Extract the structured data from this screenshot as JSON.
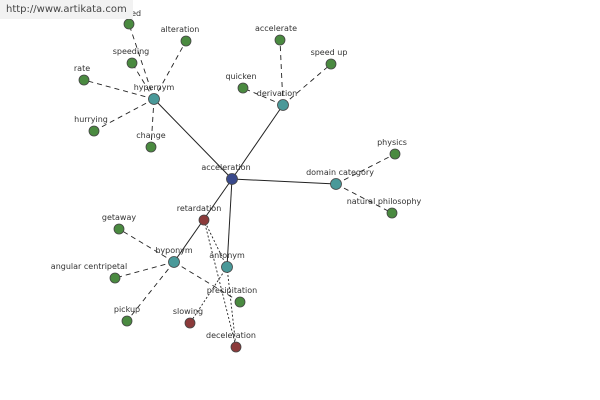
{
  "watermark": "http://www.artikata.com",
  "colors": {
    "center": "#3a4a8c",
    "relation": "#4a9999",
    "leaf": "#4a8a40",
    "antonym_leaf": "#8b3a3a",
    "edge": "#222222"
  },
  "nodes": [
    {
      "id": "acceleration",
      "label": "acceleration",
      "kind": "center"
    },
    {
      "id": "hypernym",
      "label": "hypernym",
      "kind": "relation"
    },
    {
      "id": "derivation",
      "label": "derivation",
      "kind": "relation"
    },
    {
      "id": "domain-category",
      "label": "domain category",
      "kind": "relation"
    },
    {
      "id": "hyponym",
      "label": "hyponym",
      "kind": "relation"
    },
    {
      "id": "antonym",
      "label": "antonym",
      "kind": "relation"
    },
    {
      "id": "speed",
      "label": "speed",
      "kind": "leaf"
    },
    {
      "id": "alteration",
      "label": "alteration",
      "kind": "leaf"
    },
    {
      "id": "speeding",
      "label": "speeding",
      "kind": "leaf"
    },
    {
      "id": "rate",
      "label": "rate",
      "kind": "leaf"
    },
    {
      "id": "hurrying",
      "label": "hurrying",
      "kind": "leaf"
    },
    {
      "id": "change",
      "label": "change",
      "kind": "leaf"
    },
    {
      "id": "accelerate",
      "label": "accelerate",
      "kind": "leaf"
    },
    {
      "id": "quicken",
      "label": "quicken",
      "kind": "leaf"
    },
    {
      "id": "speed-up",
      "label": "speed up",
      "kind": "leaf"
    },
    {
      "id": "physics",
      "label": "physics",
      "kind": "leaf"
    },
    {
      "id": "natural-philosophy",
      "label": "natural philosophy",
      "kind": "leaf"
    },
    {
      "id": "getaway",
      "label": "getaway",
      "kind": "leaf"
    },
    {
      "id": "angular-centripetal",
      "label": "angular centripetal",
      "kind": "leaf"
    },
    {
      "id": "pickup",
      "label": "pickup",
      "kind": "leaf"
    },
    {
      "id": "precipitation",
      "label": "precipitation",
      "kind": "leaf"
    },
    {
      "id": "retardation",
      "label": "retardation",
      "kind": "antonym_leaf"
    },
    {
      "id": "slowing",
      "label": "slowing",
      "kind": "antonym_leaf"
    },
    {
      "id": "deceleration",
      "label": "deceleration",
      "kind": "antonym_leaf"
    }
  ],
  "edges": [
    {
      "from": "acceleration",
      "to": "hypernym",
      "style": "solid"
    },
    {
      "from": "acceleration",
      "to": "derivation",
      "style": "solid"
    },
    {
      "from": "acceleration",
      "to": "domain-category",
      "style": "solid"
    },
    {
      "from": "acceleration",
      "to": "hyponym",
      "style": "solid"
    },
    {
      "from": "acceleration",
      "to": "antonym",
      "style": "solid"
    },
    {
      "from": "hypernym",
      "to": "speed",
      "style": "dashed"
    },
    {
      "from": "hypernym",
      "to": "alteration",
      "style": "dashed"
    },
    {
      "from": "hypernym",
      "to": "speeding",
      "style": "dashed"
    },
    {
      "from": "hypernym",
      "to": "rate",
      "style": "dashed"
    },
    {
      "from": "hypernym",
      "to": "hurrying",
      "style": "dashed"
    },
    {
      "from": "hypernym",
      "to": "change",
      "style": "dashed"
    },
    {
      "from": "derivation",
      "to": "accelerate",
      "style": "dashed"
    },
    {
      "from": "derivation",
      "to": "quicken",
      "style": "dashed"
    },
    {
      "from": "derivation",
      "to": "speed-up",
      "style": "dashed"
    },
    {
      "from": "domain-category",
      "to": "physics",
      "style": "dashed"
    },
    {
      "from": "domain-category",
      "to": "natural-philosophy",
      "style": "dashed"
    },
    {
      "from": "hyponym",
      "to": "getaway",
      "style": "dashed"
    },
    {
      "from": "hyponym",
      "to": "angular-centripetal",
      "style": "dashed"
    },
    {
      "from": "hyponym",
      "to": "pickup",
      "style": "dashed"
    },
    {
      "from": "hyponym",
      "to": "precipitation",
      "style": "dashed"
    },
    {
      "from": "antonym",
      "to": "retardation",
      "style": "dotted"
    },
    {
      "from": "antonym",
      "to": "slowing",
      "style": "dotted"
    },
    {
      "from": "antonym",
      "to": "deceleration",
      "style": "dotted"
    },
    {
      "from": "retardation",
      "to": "deceleration",
      "style": "dotted"
    }
  ]
}
